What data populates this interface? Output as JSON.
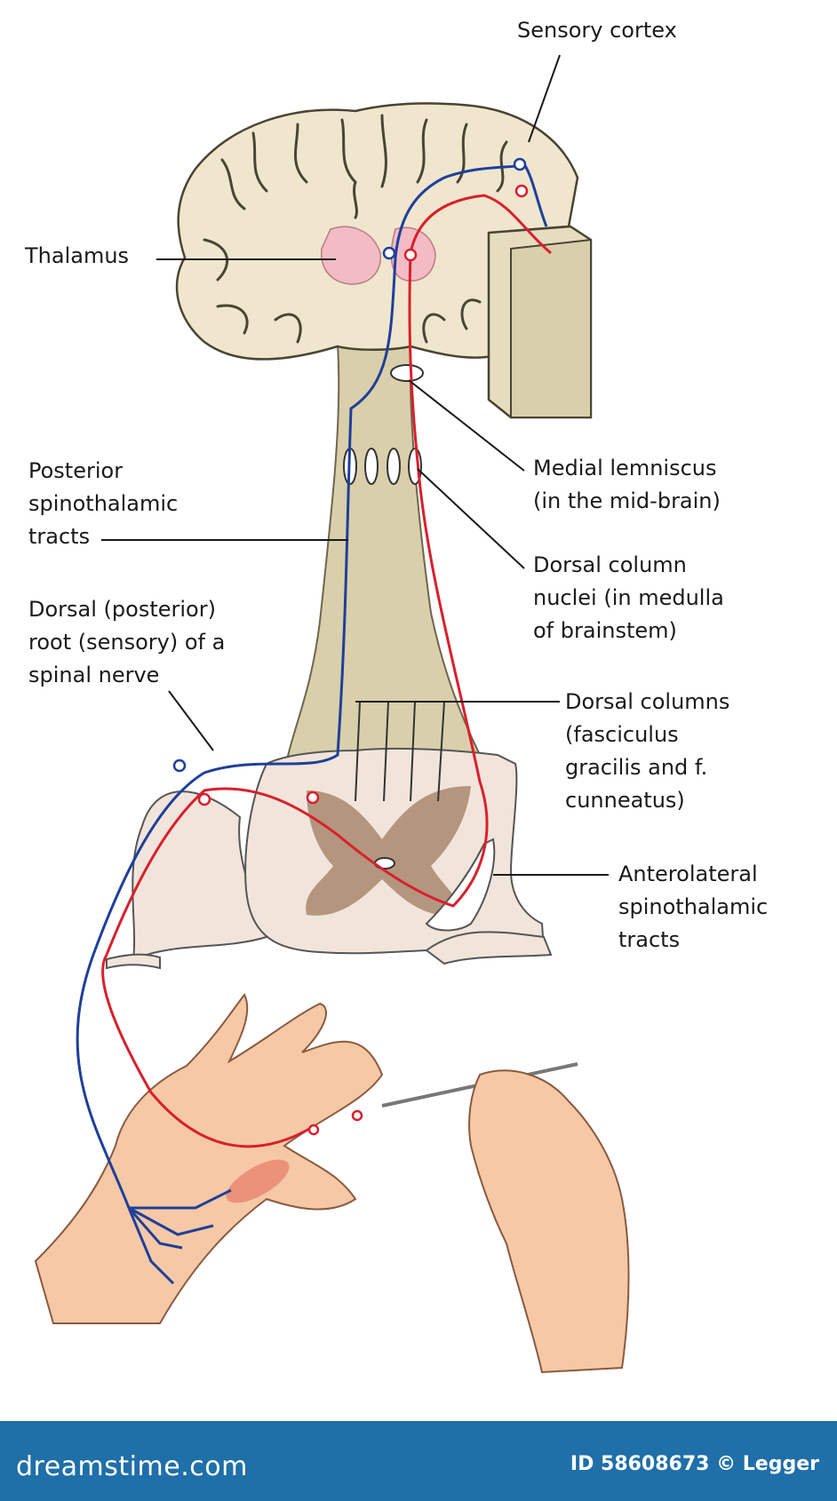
{
  "labels": {
    "sensory_cortex": "Sensory cortex",
    "thalamus": "Thalamus",
    "posterior_spinothalamic": [
      "Posterior",
      "spinothalamic",
      "tracts"
    ],
    "medial_lemniscus": [
      "Medial lemniscus",
      "(in the mid-brain)"
    ],
    "dorsal_column_nuclei": [
      "Dorsal column",
      "nuclei (in medulla",
      "of brainstem)"
    ],
    "dorsal_root": [
      "Dorsal (posterior)",
      "root (sensory) of a",
      "spinal nerve"
    ],
    "dorsal_columns": [
      "Dorsal columns",
      "(fasciculus",
      "gracilis and f.",
      "cunneatus)"
    ],
    "anterolateral": [
      "Anterolateral",
      "spinothalamic",
      "tracts"
    ]
  },
  "footer": {
    "brand": "dreamstime.com",
    "credit": "ID 58608673 © Legger"
  },
  "colors": {
    "brain": "#efe6cd",
    "brainstem": "#d9cfaa",
    "thalamus": "#f3bcc4",
    "cord_white": "#f1e5db",
    "cord_grey": "#b4967e",
    "skin": "#f6c9a6",
    "blue_tract": "#1f3f9a",
    "red_tract": "#d8202c",
    "footer_bg": "#1f6fa8"
  }
}
